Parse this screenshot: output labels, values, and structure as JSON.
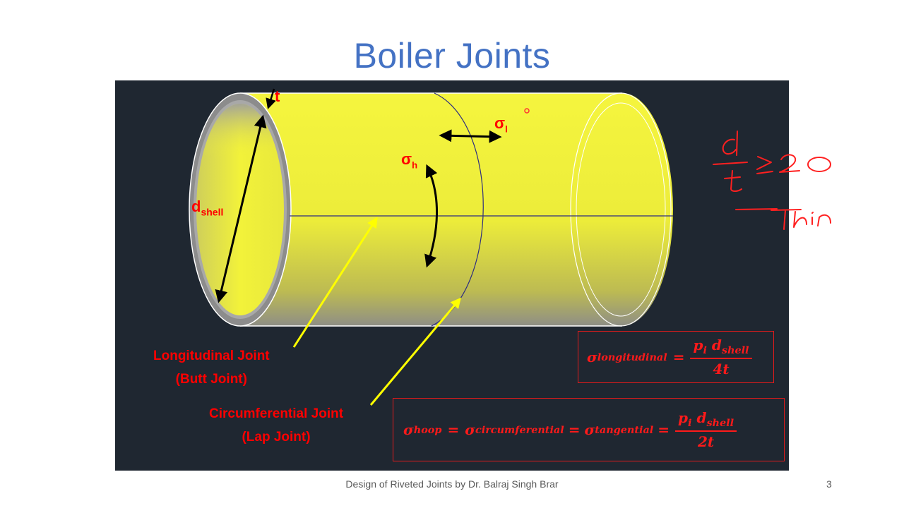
{
  "slide": {
    "title": "Boiler Joints",
    "footer": "Design of Riveted Joints by Dr. Balraj Singh Brar",
    "page_number": "3"
  },
  "diagram": {
    "label_t": "t",
    "label_d": "d",
    "label_d_sub": "shell",
    "label_sigma_l": "σ",
    "label_sigma_l_sub": "l",
    "label_sigma_h": "σ",
    "label_sigma_h_sub": "h",
    "longitudinal_line1": "Longitudinal Joint",
    "longitudinal_line2": "(Butt Joint)",
    "circumferential_line1": "Circumferential Joint",
    "circumferential_line2": "(Lap Joint)"
  },
  "formulas": {
    "longitudinal": {
      "lhs": "σ",
      "lhs_sub": "longitudinal",
      "eq": "=",
      "num_p": "p",
      "num_p_sub": "i",
      "num_d": "d",
      "num_d_sub": "shell",
      "den": "4t"
    },
    "hoop": {
      "s1": "σ",
      "s1_sub": "hoop",
      "eq1": "=",
      "s2": "σ",
      "s2_sub": "circumferential",
      "eq2": "=",
      "s3": "σ",
      "s3_sub": "tangential",
      "eq3": "=",
      "num_p": "p",
      "num_p_sub": "i",
      "num_d": "d",
      "num_d_sub": "shell",
      "den": "2t"
    }
  },
  "colors": {
    "title": "#4472c4",
    "label_red": "#ff0000",
    "shell_yellow": "#f3f33a",
    "panel_bg": "#1f2731",
    "pointer_yellow": "#ffff00"
  }
}
